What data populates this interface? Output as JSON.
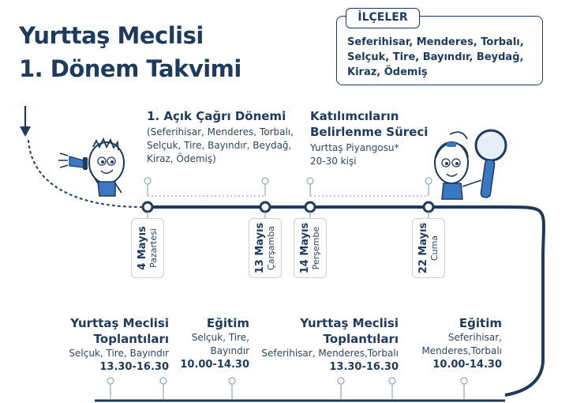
{
  "title": {
    "line1": "Yurttaş Meclisi",
    "line2": "1. Dönem Takvimi"
  },
  "districts": {
    "label": "İLÇELER",
    "list": "Seferihisar, Menderes, Torbalı, Selçuk, Tire, Bayındır, Beydağ, Kiraz, Ödemiş"
  },
  "phases": {
    "open_call": {
      "title": "1. Açık Çağrı Dönemi",
      "line1": "(Seferihisar, Menderes, Torbalı,",
      "line2": "Selçuk, Tire, Bayındır, Beydağ,",
      "line3": "Kiraz, Ödemiş)"
    },
    "selection": {
      "title1": "Katılımcıların",
      "title2": "Belirlenme Süreci",
      "line1": "Yurttaş Piyangosu*",
      "line2": "20-30 kişi"
    }
  },
  "dates": [
    {
      "day": "4 Mayıs",
      "weekday": "Pazartesi"
    },
    {
      "day": "13 Mayıs",
      "weekday": "Çarşamba"
    },
    {
      "day": "14 Mayıs",
      "weekday": "Perşembe"
    },
    {
      "day": "22 Mayıs",
      "weekday": "Cuma"
    }
  ],
  "events": [
    {
      "title1": "Yurttaş Meclisi",
      "title2": "Toplantıları",
      "places": "Selçuk, Tire, Bayındır",
      "time": "13.30-16.30"
    },
    {
      "title1": "Eğitim",
      "places1": "Selçuk, Tire,",
      "places2": "Bayındır",
      "time": "10.00-14.30"
    },
    {
      "title1": "Yurttaş Meclisi",
      "title2": "Toplantıları",
      "places": "Seferihisar, Menderes,Torbalı",
      "time": "13.30-16.30"
    },
    {
      "title1": "Eğitim",
      "places1": "Seferihisar,",
      "places2": "Menderes,Torbalı",
      "time": "10.00-14.30"
    }
  ],
  "colors": {
    "navy": "#1e3a5c",
    "blue": "#3b78c4",
    "grey": "#9aa6b2"
  }
}
